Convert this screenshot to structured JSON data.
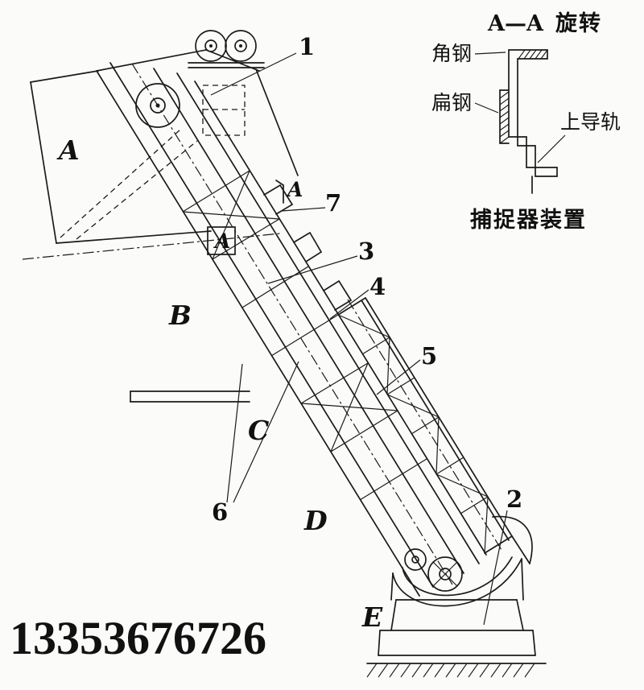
{
  "page": {
    "background": "#fbfbf9",
    "line_color": "#1b1b1b"
  },
  "detail_view": {
    "title_section": "A—A",
    "title_suffix": "旋转",
    "label_angle_steel": "角钢",
    "label_flat_steel": "扁钢",
    "label_upper_guide_rail": "上导轨",
    "caption": "捕捉器装置"
  },
  "main_diagram": {
    "part_labels": {
      "p1": "1",
      "p2": "2",
      "p3": "3",
      "p4": "4",
      "p5": "5",
      "p6": "6",
      "p7": "7"
    },
    "section_letters": {
      "a": "A",
      "b": "B",
      "c": "C",
      "d": "D",
      "e": "E"
    },
    "section_cut_label": "A",
    "boxed_section_label": "A"
  },
  "watermark": {
    "phone_number": "13353676726"
  }
}
